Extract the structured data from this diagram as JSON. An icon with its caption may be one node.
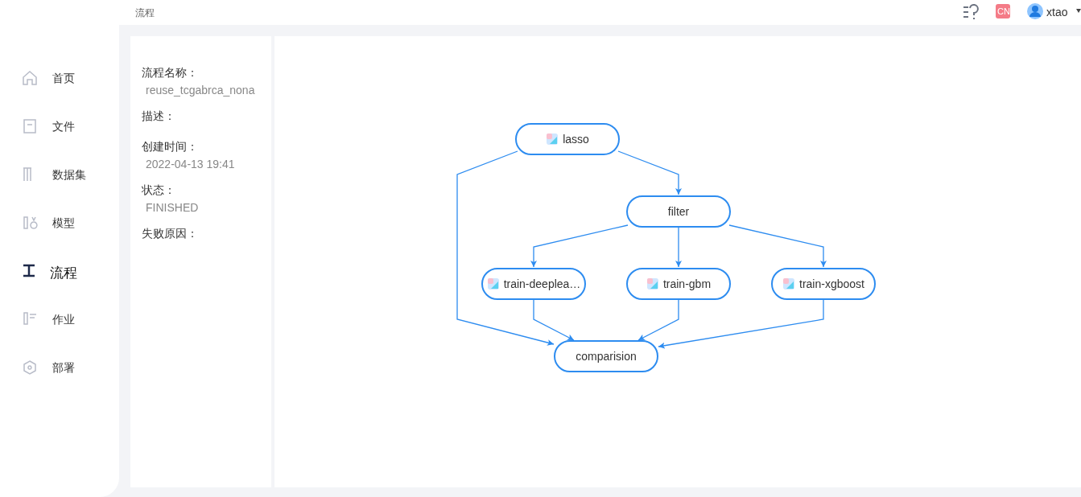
{
  "diagram": {
    "nodes": [
      {
        "text": [
          "lasso"
        ]
      },
      {
        "text": [
          "filter"
        ]
      },
      {
        "text": [
          "train-deeplea…"
        ]
      },
      {
        "text": [
          "train-gbm"
        ]
      },
      {
        "text": [
          "train-xgboost"
        ]
      },
      {
        "text": [
          "comparision"
        ]
      }
    ],
    "edges": [
      {
        "from": 0,
        "to": 1,
        "arrow": "to"
      },
      {
        "from": 0,
        "to": 5,
        "arrow": "to"
      },
      {
        "from": 1,
        "to": 2,
        "arrow": "to"
      },
      {
        "from": 1,
        "to": 3,
        "arrow": "to"
      },
      {
        "from": 1,
        "to": 4,
        "arrow": "to"
      },
      {
        "from": 2,
        "to": 5,
        "arrow": "to"
      },
      {
        "from": 3,
        "to": 5,
        "arrow": "to"
      },
      {
        "from": 4,
        "to": 5,
        "arrow": "to"
      }
    ],
    "labels": [
      "流程",
      "CN",
      "xtao",
      "首页",
      "文件",
      "数据集",
      "模型",
      "流程",
      "作业",
      "部署",
      "流程名称：",
      "reuse_tcgabrca_nona",
      "描述：",
      "创建时间：",
      "2022-04-13 19:41",
      "状态：",
      "FINISHED",
      "失败原因："
    ]
  }
}
